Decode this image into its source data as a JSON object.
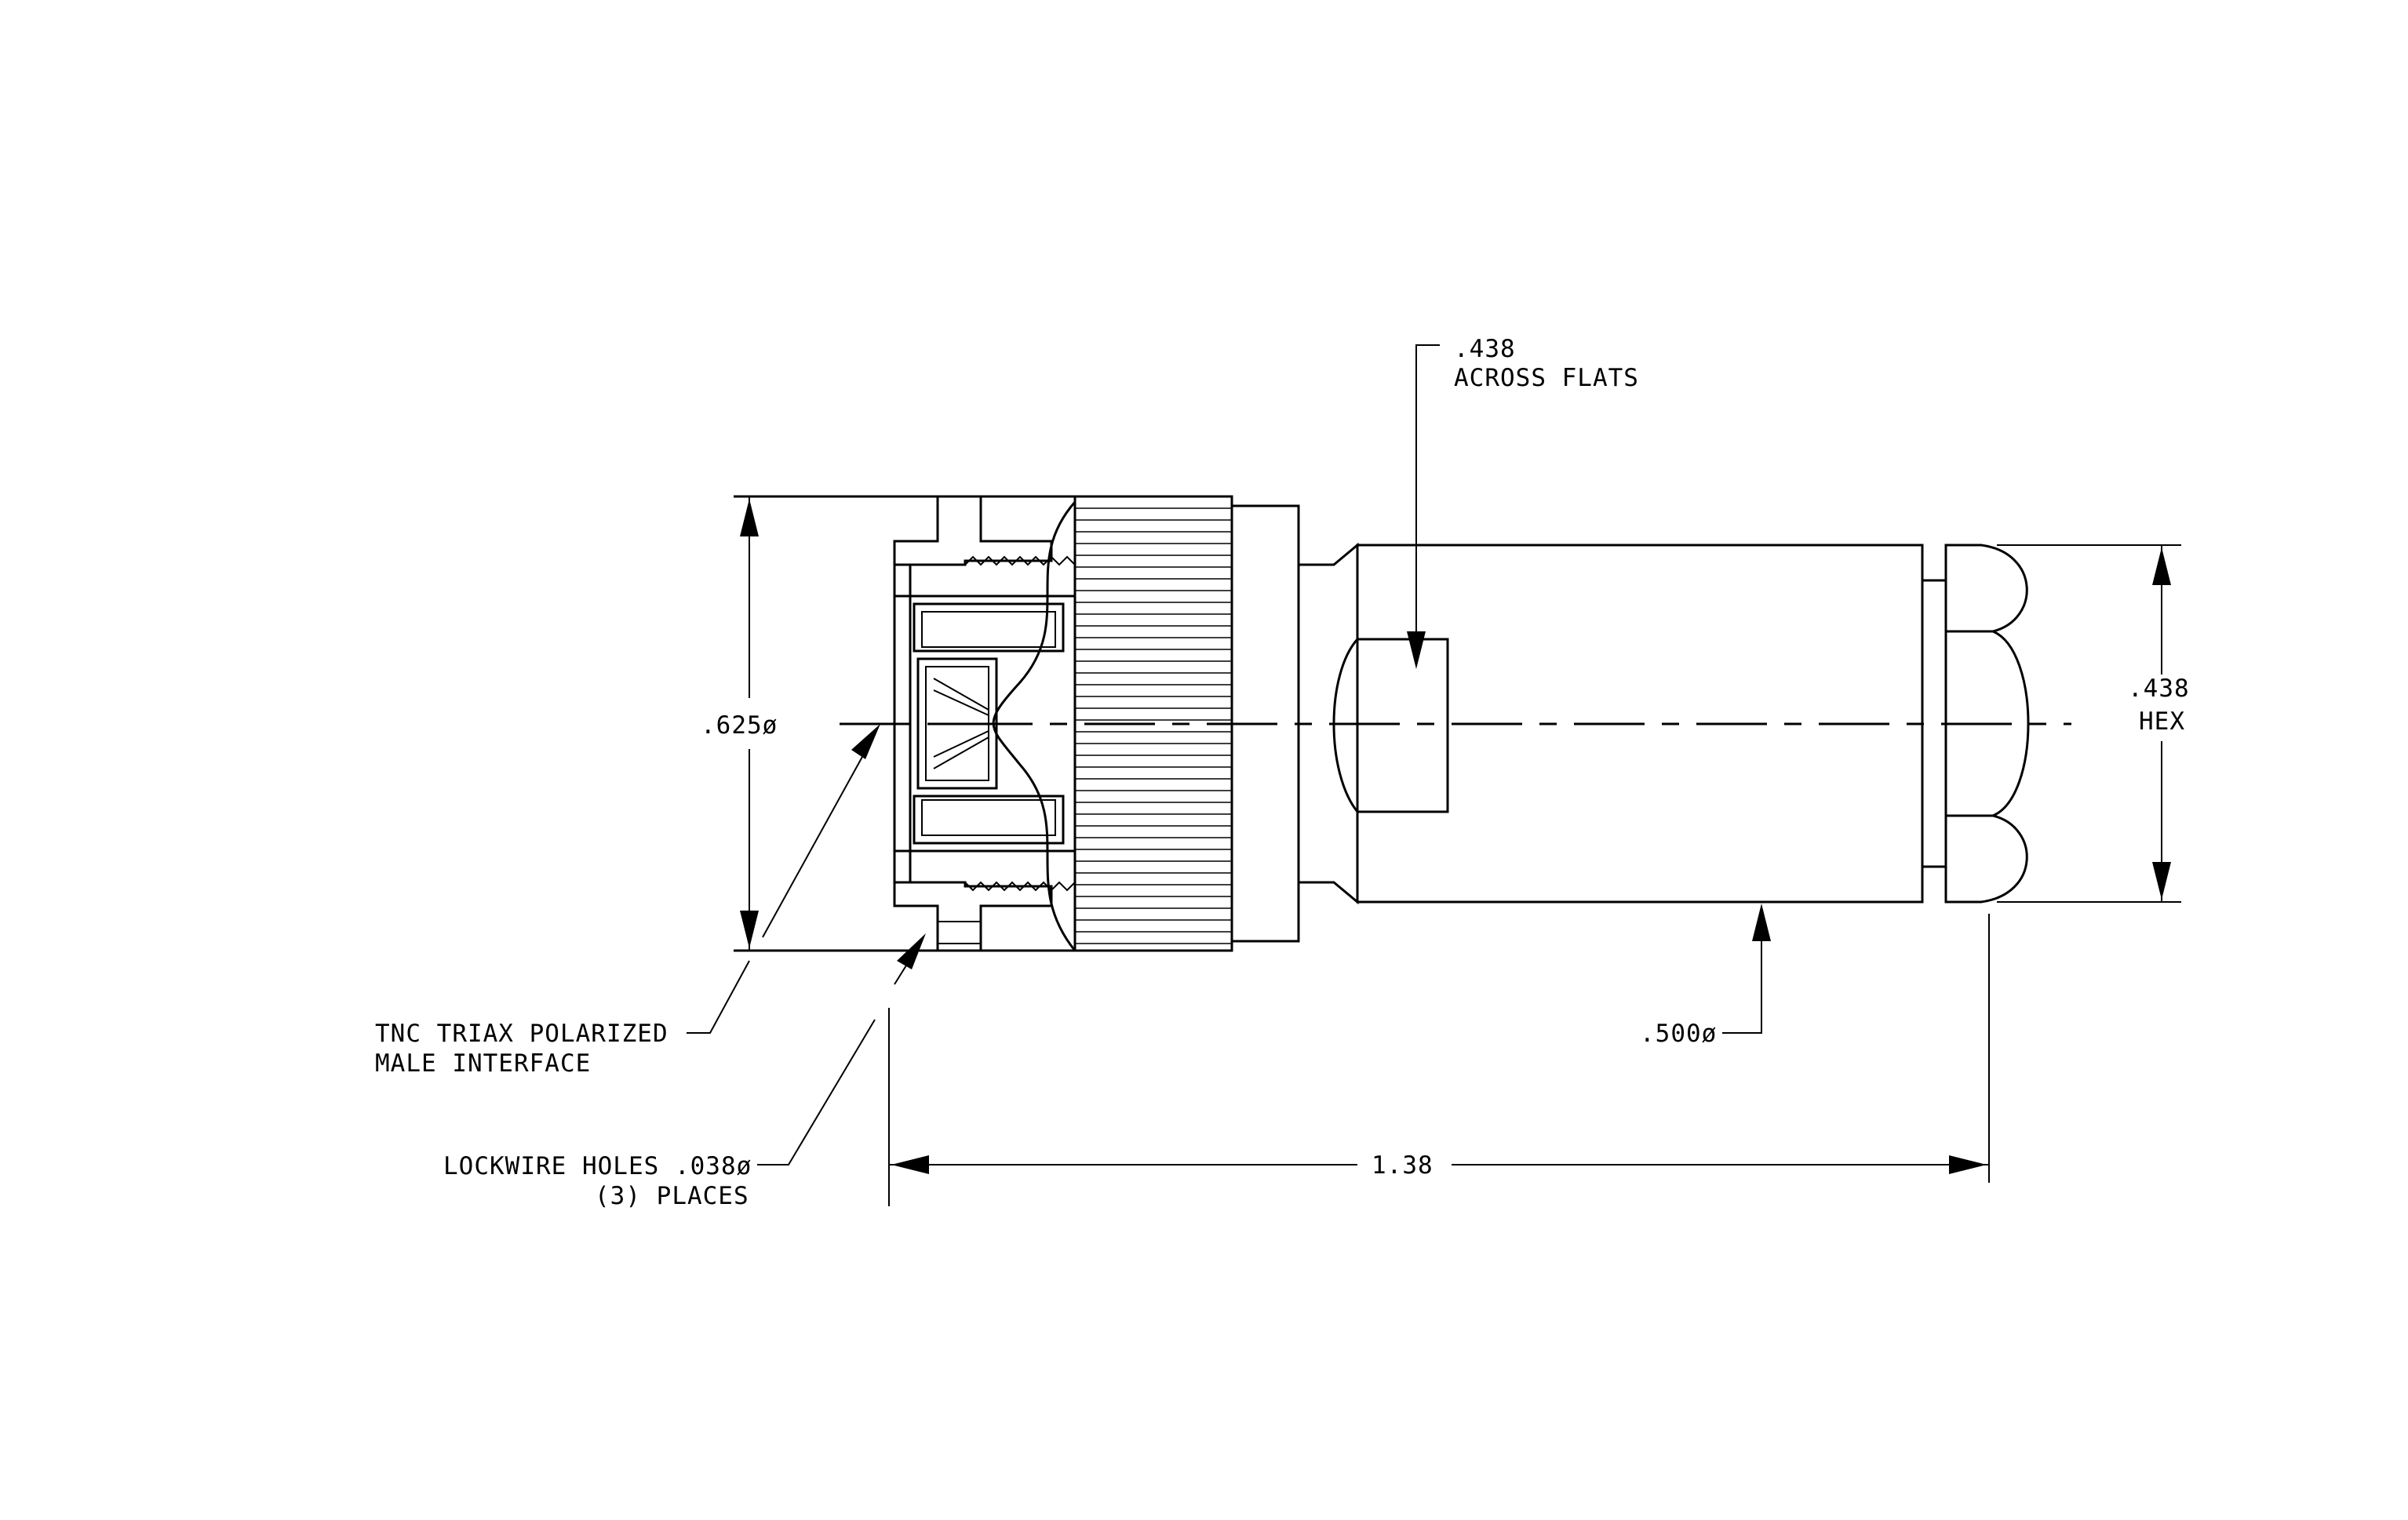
{
  "colors": {
    "ink": "#000000",
    "paper": "#ffffff"
  },
  "callouts": {
    "across_flats_value": ".438",
    "across_flats_text": "ACROSS FLATS",
    "coupling_diameter": ".625ø",
    "hex_value": ".438",
    "hex_text": "HEX",
    "interface_line1": "TNC TRIAX POLARIZED",
    "interface_line2": "MALE INTERFACE",
    "body_diameter": ".500ø",
    "lockwire_line1": "LOCKWIRE HOLES .038ø",
    "lockwire_line2": "(3)  PLACES",
    "overall_length": "1.38"
  }
}
